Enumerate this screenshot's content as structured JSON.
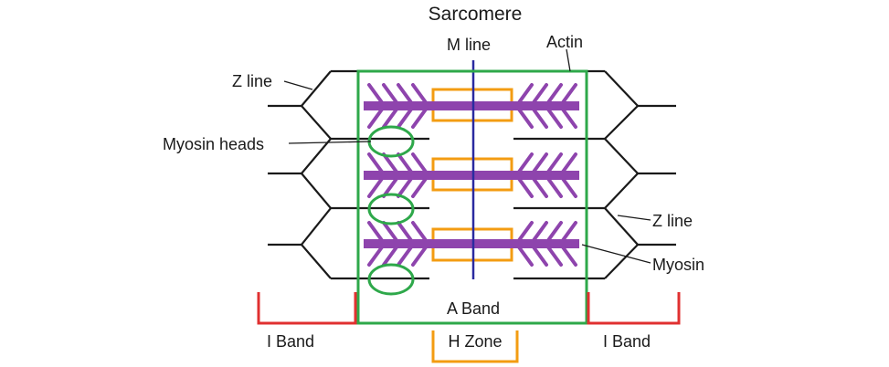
{
  "title": "Sarcomere",
  "labels": {
    "m_line": "M line",
    "actin": "Actin",
    "z_line_left": "Z line",
    "z_line_right": "Z line",
    "myosin_heads": "Myosin heads",
    "myosin": "Myosin",
    "a_band": "A Band",
    "h_zone": "H Zone",
    "i_band_left": "I Band",
    "i_band_right": "I Band"
  },
  "colors": {
    "myosin": "#8e44ad",
    "h_zone": "#f39c12",
    "a_band": "#2ea84a",
    "i_band": "#e03030",
    "m_line": "#2a2aa0",
    "lines": "#1a1a1a"
  }
}
